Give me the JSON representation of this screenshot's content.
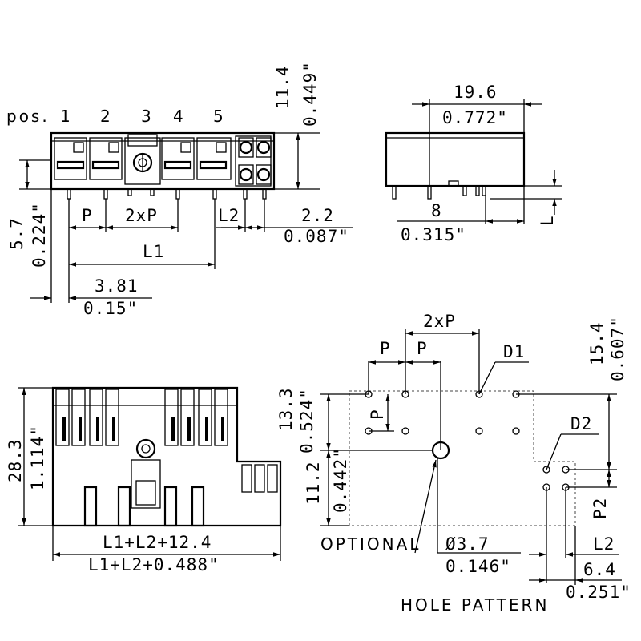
{
  "front_view": {
    "pos_label": "pos.",
    "positions": [
      "1",
      "2",
      "3",
      "4",
      "5"
    ],
    "height_mm": "11.4",
    "height_in": "0.449\"",
    "pin_len_mm": "5.7",
    "pin_len_in": "0.224\"",
    "pitch": "P",
    "double_pitch": "2xP",
    "l2": "L2",
    "l1": "L1",
    "offset_mm": "2.2",
    "offset_in": "0.087\"",
    "edge_mm": "3.81",
    "edge_in": "0.15\""
  },
  "side_view": {
    "width_mm": "19.6",
    "width_in": "0.772\"",
    "pin_offset_mm": "8",
    "pin_offset_in": "0.315\"",
    "pin_len": "L"
  },
  "top_view": {
    "height_mm": "28.3",
    "height_in": "1.114\"",
    "length_mm": "L1+L2+12.4",
    "length_in": "L1+L2+0.488\""
  },
  "hole_pattern": {
    "title": "HOLE PATTERN",
    "optional_label": "OPTIONAL",
    "pitch": "P",
    "double_pitch": "2xP",
    "d1": "D1",
    "d2": "D2",
    "p2": "P2",
    "l2": "L2",
    "depth_mm": "15.4",
    "depth_in": "0.607\"",
    "row_mm": "13.3",
    "row_in": "0.524\"",
    "hole_mm": "11.2",
    "hole_in": "0.442\"",
    "diameter_mm": "Ø3.7",
    "diameter_in": "0.146\"",
    "offset_mm": "6.4",
    "offset_in": "0.251\""
  }
}
